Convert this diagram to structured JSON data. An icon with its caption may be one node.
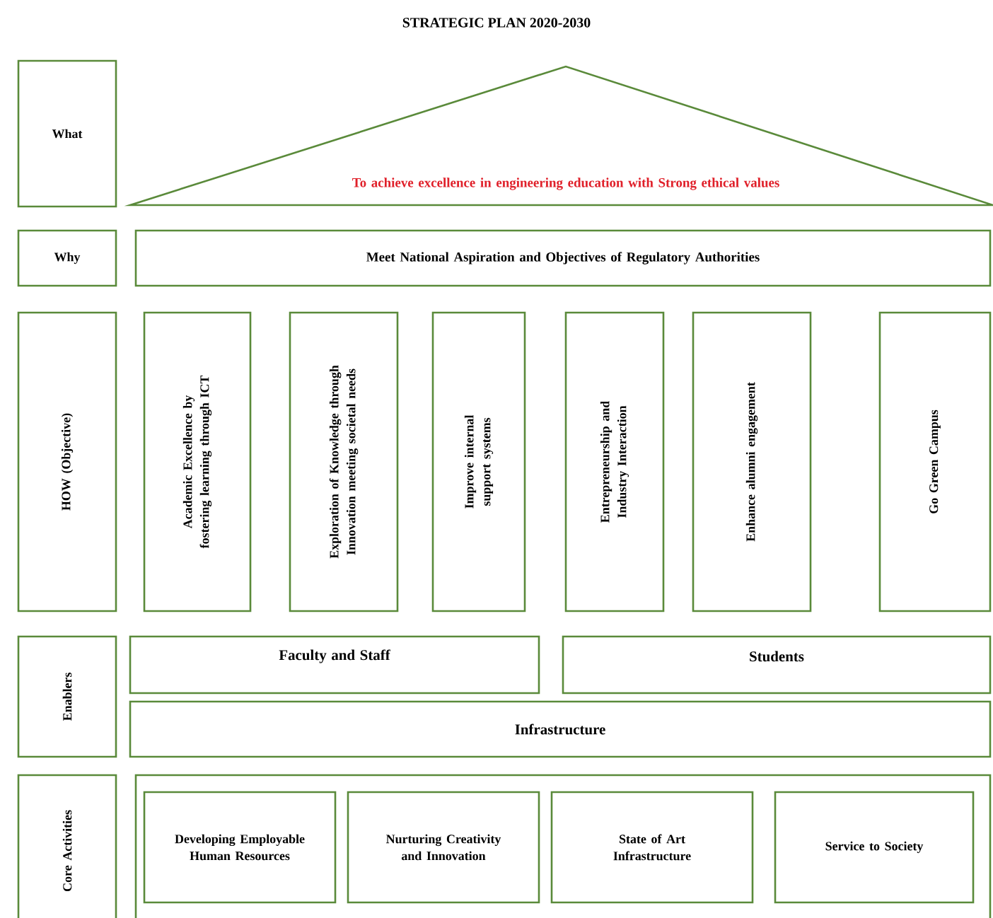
{
  "diagram": {
    "title": "STRATEGIC PLAN 2020-2030",
    "nodes": [
      {
        "text": [
          "What"
        ]
      },
      {
        "text": [
          "To achieve excellence in engineering education with Strong ethical values"
        ]
      },
      {
        "text": [
          "Why"
        ]
      },
      {
        "text": [
          "Meet National Aspiration and Objectives of Regulatory Authorities"
        ]
      },
      {
        "text": [
          "HOW (Objective)"
        ]
      },
      {
        "text": [
          "Academic Excellence by fostering learning through ICT"
        ]
      },
      {
        "text": [
          "Exploration of Knowledge through Innovation meeting societal needs"
        ]
      },
      {
        "text": [
          "Improve internal support systems"
        ]
      },
      {
        "text": [
          "Entrepreneurship and Industry Interaction"
        ]
      },
      {
        "text": [
          "Enhance alumni engagement"
        ]
      },
      {
        "text": [
          "Go Green Campus"
        ]
      },
      {
        "text": [
          "Enablers"
        ]
      },
      {
        "text": [
          "Faculty and Staff"
        ]
      },
      {
        "text": [
          "Students"
        ]
      },
      {
        "text": [
          "Infrastructure"
        ]
      },
      {
        "text": [
          "Core Activities"
        ]
      },
      {
        "text": [],
        "shape": "box"
      },
      {
        "text": [
          "Developing Employable Human Resources"
        ],
        "in": 16
      },
      {
        "text": [
          "Nurturing Creativity and Innovation"
        ],
        "in": 16
      },
      {
        "text": [
          "State of Art Infrastructure"
        ],
        "in": 16
      },
      {
        "text": [
          "Service to Society"
        ],
        "in": 16
      }
    ]
  }
}
